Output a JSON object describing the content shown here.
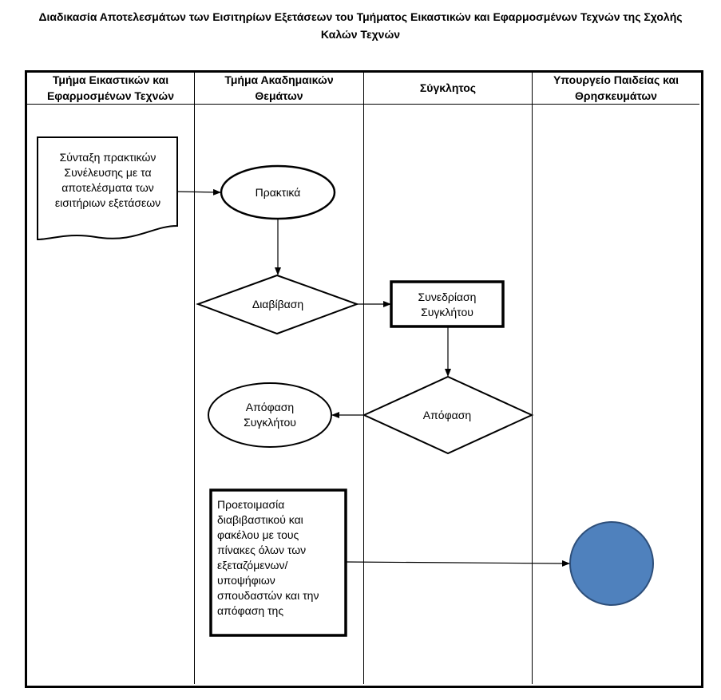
{
  "title": {
    "line1": "Διαδικασία Αποτελεσμάτων των Εισιτηρίων Εξετάσεων του Τμήματος Εικαστικών και Εφαρμοσμένων Τεχνών της Σχολής",
    "line2": "Καλών Τεχνών"
  },
  "lanes": [
    {
      "line1": "Τμήμα Εικαστικών και",
      "line2": "Εφαρμοσμένων Τεχνών"
    },
    {
      "line1": "Τμήμα Ακαδημαικών",
      "line2": "Θεμάτων"
    },
    {
      "line1": "Σύγκλητος",
      "line2": ""
    },
    {
      "line1": "Υπουργείο Παιδείας και",
      "line2": "Θρησκευμάτων"
    }
  ],
  "nodes": {
    "document": [
      "Σύνταξη πρακτικών",
      "Συνέλευσης με τα",
      "αποτελέσματα των",
      "εισιτήριων εξετάσεων"
    ],
    "praktika": "Πρακτικά",
    "diavivasi": "Διαβίβαση",
    "synedriasi": [
      "Συνεδρίαση",
      "Συγκλήτου"
    ],
    "apofasi": "Απόφαση",
    "apofasi_sygklitou": [
      "Απόφαση",
      "Συγκλήτου"
    ],
    "proetoimasia": [
      "Προετοιμασία",
      "διαβιβαστικού και",
      "φακέλου με τους",
      "πίνακες όλων των",
      "εξεταζόμενων/",
      "υποψήφιων",
      "σπουδαστών και την",
      "απόφαση της"
    ]
  },
  "colors": {
    "end_circle_fill": "#4f81bd",
    "end_circle_stroke": "#2e4f7a",
    "line": "#000000"
  }
}
